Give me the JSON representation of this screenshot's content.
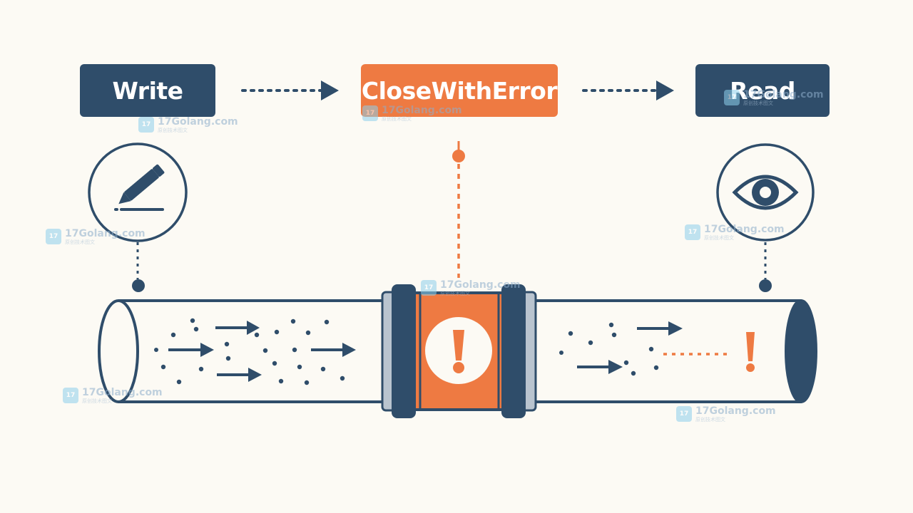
{
  "boxes": {
    "write": "Write",
    "close_with_error": "CloseWithError",
    "read": "Read"
  },
  "icons": {
    "writer": "pencil-icon",
    "reader": "eye-icon",
    "error": "exclamation-icon"
  },
  "colors": {
    "navy": "#2f4d6a",
    "orange": "#ee7a42",
    "background": "#fcfaf4"
  },
  "watermark": {
    "logo": "17",
    "text": "17Golang.com",
    "subtext": "原创技术图文"
  }
}
